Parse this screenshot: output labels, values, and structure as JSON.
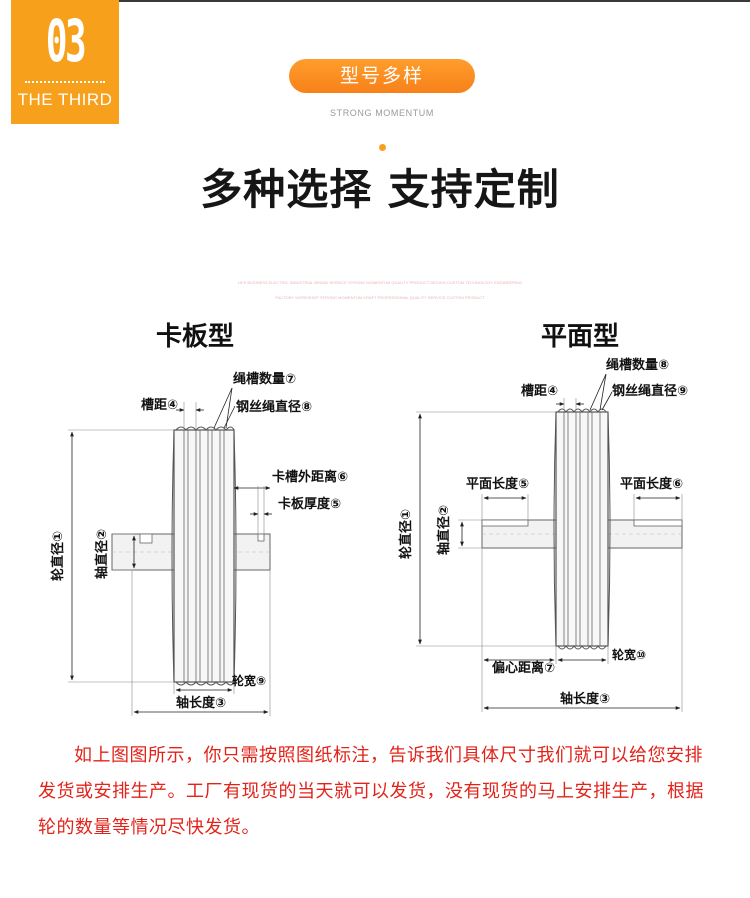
{
  "badge": {
    "number": "03",
    "subtitle": "THE THIRD"
  },
  "section": {
    "title": "型号多样",
    "subtitle": "STRONG MOMENTUM"
  },
  "headline": "多种选择 支持定制",
  "fine_print": [
    "LIFE BUSINESS ELECTRIC INDUSTRIAL BRAND SERVICE STRONG MOMENTUM QUALITY PRODUCT DESIGN CUSTOM TECHNOLOGY ENGINEERING",
    "FACTORY WORKSHOP STRONG MOMENTUM CRAFT PROFESSIONAL QUALITY SERVICE CUSTOM PRODUCT"
  ],
  "diagram_left": {
    "title": "卡板型",
    "labels": {
      "groove_count": "绳槽数量⑦",
      "groove_pitch": "槽距④",
      "rope_diameter": "钢丝绳直径⑧",
      "card_outer": "卡槽外距离⑥",
      "card_thickness": "卡板厚度⑤",
      "wheel_diameter": "轮直径①",
      "shaft_diameter": "轴直径②",
      "wheel_width": "轮宽⑨",
      "shaft_length": "轴长度③"
    }
  },
  "diagram_right": {
    "title": "平面型",
    "labels": {
      "groove_count": "绳槽数量⑧",
      "groove_pitch": "槽距④",
      "rope_diameter": "钢丝绳直径⑨",
      "flat_length_left": "平面长度⑤",
      "flat_length_right": "平面长度⑥",
      "wheel_diameter": "轮直径①",
      "shaft_diameter": "轴直径②",
      "wheel_width": "轮宽⑩",
      "eccentric": "偏心距离⑦",
      "shaft_length": "轴长度③"
    }
  },
  "description": "如上图图所示，你只需按照图纸标注，告诉我们具体尺寸我们就可以给您安排发货或安排生产。工厂有现货的当天就可以发货，没有现货的马上安排生产，根据轮的数量等情况尽快发货。"
}
